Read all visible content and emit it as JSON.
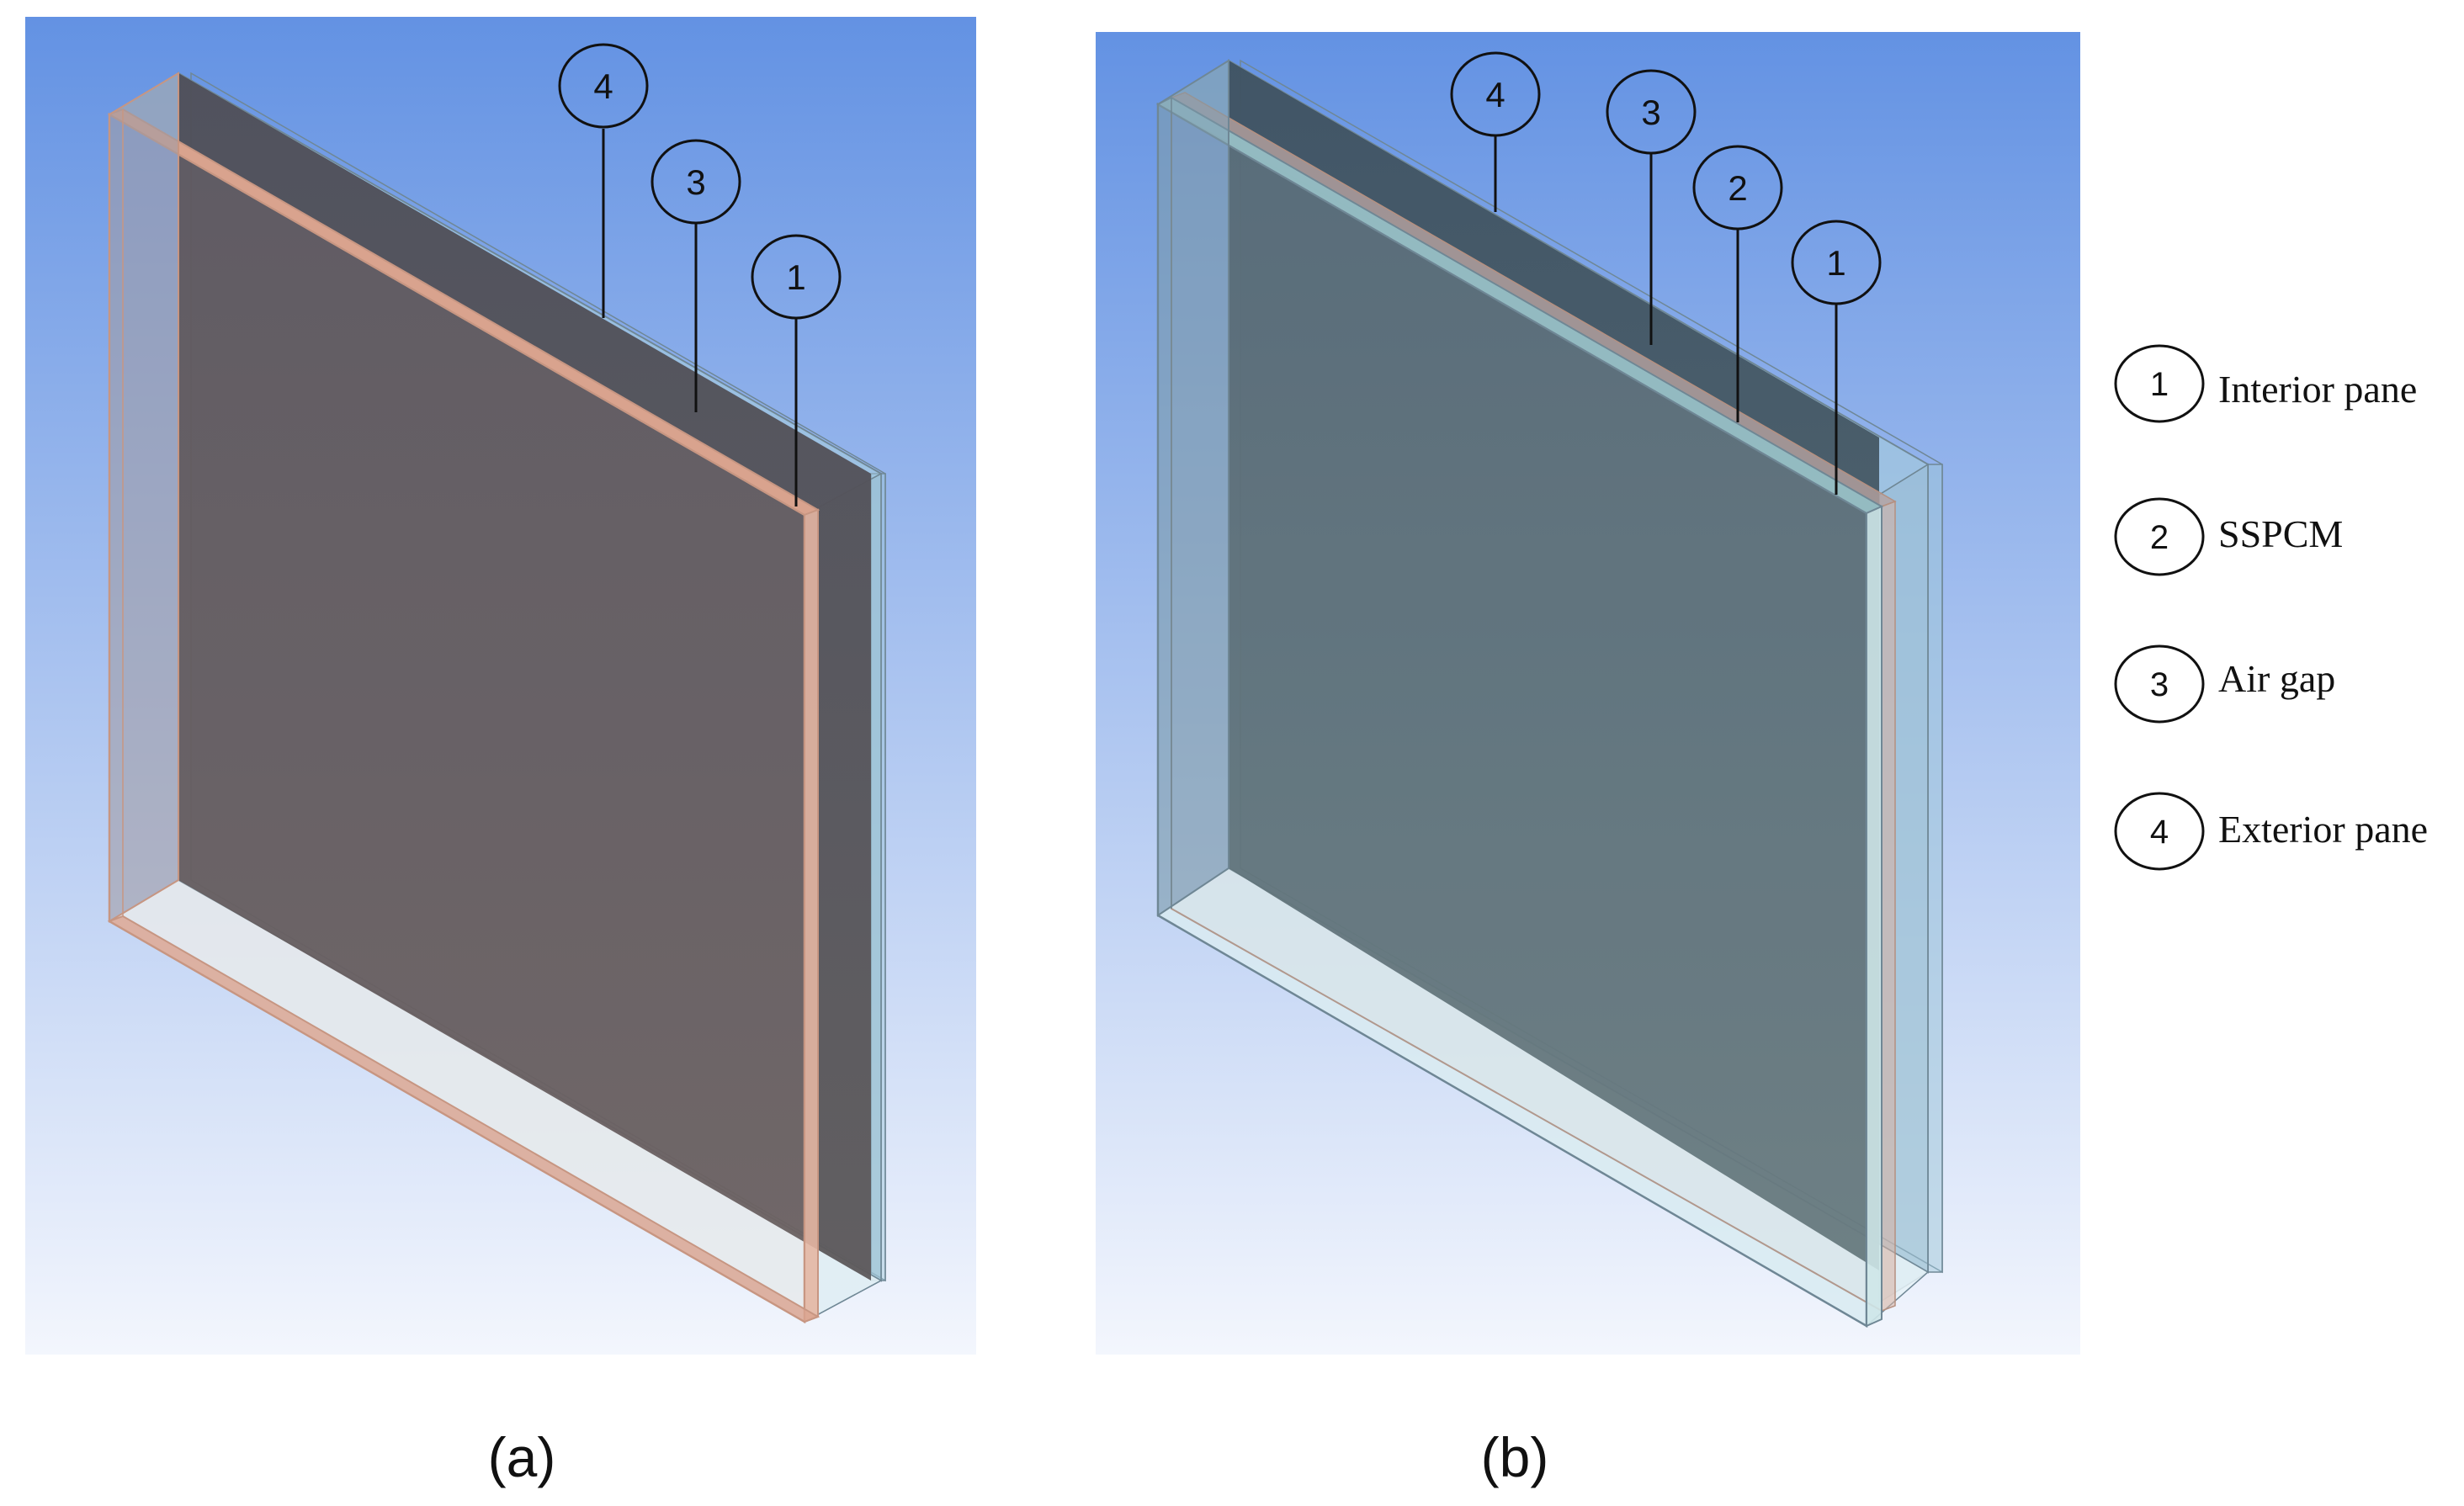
{
  "panels": [
    {
      "id": "a",
      "caption": "(a)",
      "callouts": [
        {
          "number": "4"
        },
        {
          "number": "3"
        },
        {
          "number": "1"
        }
      ]
    },
    {
      "id": "b",
      "caption": "(b)",
      "callouts": [
        {
          "number": "4"
        },
        {
          "number": "3"
        },
        {
          "number": "2"
        },
        {
          "number": "1"
        }
      ]
    }
  ],
  "legend": [
    {
      "number": "1",
      "label": "Interior pane"
    },
    {
      "number": "2",
      "label": "SSPCM"
    },
    {
      "number": "3",
      "label": "Air gap"
    },
    {
      "number": "4",
      "label": "Exterior pane"
    }
  ],
  "colors": {
    "background_top": "#6392e3",
    "background_bottom": "#f3f6fd",
    "glass_pane": "#9dc6d8",
    "sspcm_tint": "#e7b59c",
    "pane_dark": "#505058",
    "pane_dark_b": "#3e5260"
  }
}
